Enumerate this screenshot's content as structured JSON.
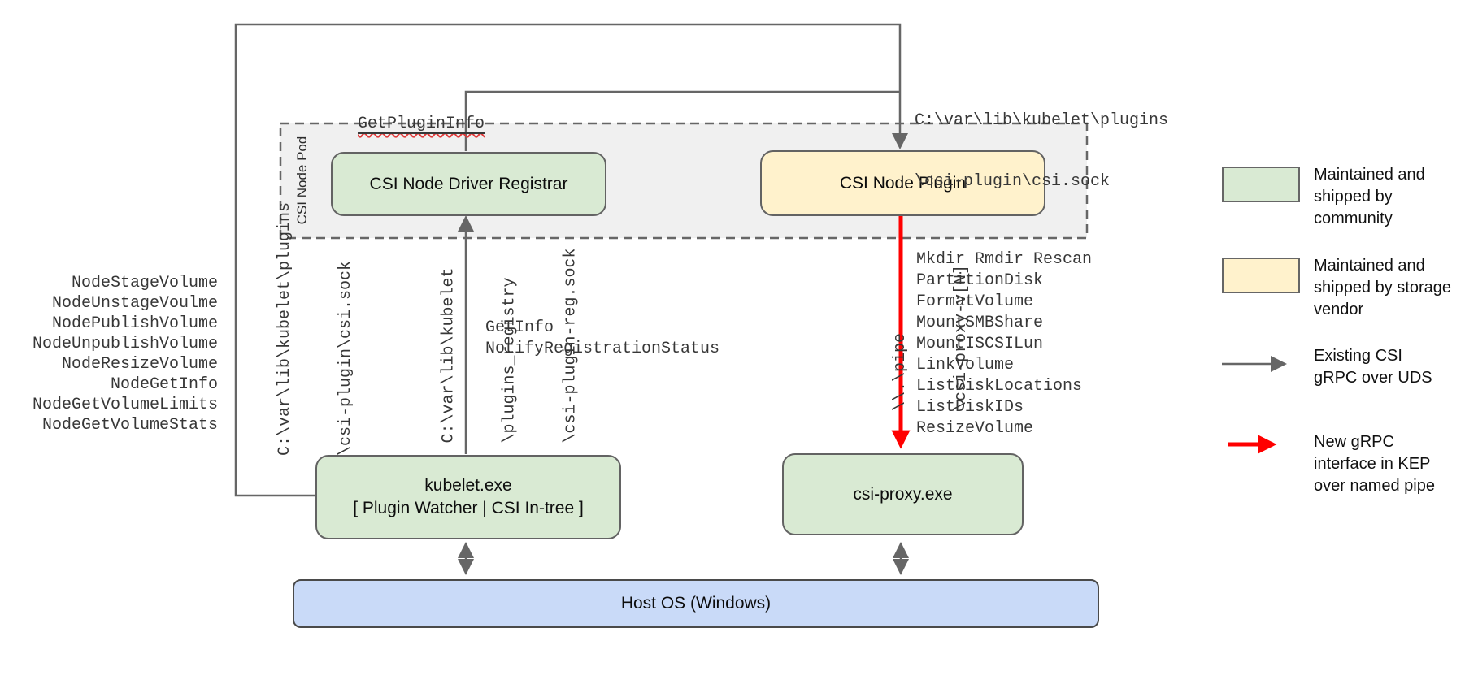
{
  "colors": {
    "community_green": "#d9ead3",
    "vendor_yellow": "#fff2cc",
    "host_blue": "#c9daf8",
    "pod_gray": "#f0f0f0",
    "line_gray": "#666666",
    "arrow_red": "#ff0000"
  },
  "pod": {
    "label": "CSI Node Pod"
  },
  "nodes": {
    "registrar": {
      "label": "CSI Node Driver Registrar"
    },
    "plugin": {
      "label": "CSI Node Plugin"
    },
    "kubelet": {
      "line1": "kubelet.exe",
      "line2": "[ Plugin Watcher | CSI In-tree ]"
    },
    "csi_proxy": {
      "label": "csi-proxy.exe"
    },
    "host_os": {
      "label": "Host OS (Windows)"
    }
  },
  "labels": {
    "get_plugin_info": "GetPluginInfo",
    "csi_sock_top": {
      "line1": "C:\\var\\lib\\kubelet\\plugins",
      "line2": "\\csi-plugin\\csi.sock"
    },
    "csi_sock_vertical": {
      "line1": "C:\\var\\lib\\kubelet\\plugins",
      "line2": "\\csi-plugin\\csi.sock"
    },
    "reg_sock_vertical": {
      "line1": "C:\\var\\lib\\kubelet",
      "line2": "\\plugins_registry",
      "line3": "\\csi-plugin-reg.sock"
    },
    "pipe_vertical": {
      "line1": "\\\\.\\pipe",
      "line2": "\\csi-proxy-v[N]"
    }
  },
  "rpc_lists": {
    "node_rpcs": [
      "NodeStageVolume",
      "NodeUnstageVoulme",
      "NodePublishVolume",
      "NodeUnpublishVolume",
      "NodeResizeVolume",
      "NodeGetInfo",
      "NodeGetVolumeLimits",
      "NodeGetVolumeStats"
    ],
    "registration_rpcs": [
      "GetInfo",
      "NotifyRegistrationStatus"
    ],
    "proxy_rpcs": [
      "Mkdir Rmdir Rescan",
      "PartitionDisk",
      "FormatVolume",
      "MountSMBShare",
      "MountISCSILun",
      "LinkVolume",
      "ListDiskLocations",
      "ListDiskIDs",
      "ResizeVolume"
    ]
  },
  "legend": {
    "community": "Maintained and shipped by community",
    "vendor": "Maintained and shipped by storage vendor",
    "uds": "Existing CSI gRPC over UDS",
    "pipe": "New gRPC interface in KEP over named pipe"
  }
}
